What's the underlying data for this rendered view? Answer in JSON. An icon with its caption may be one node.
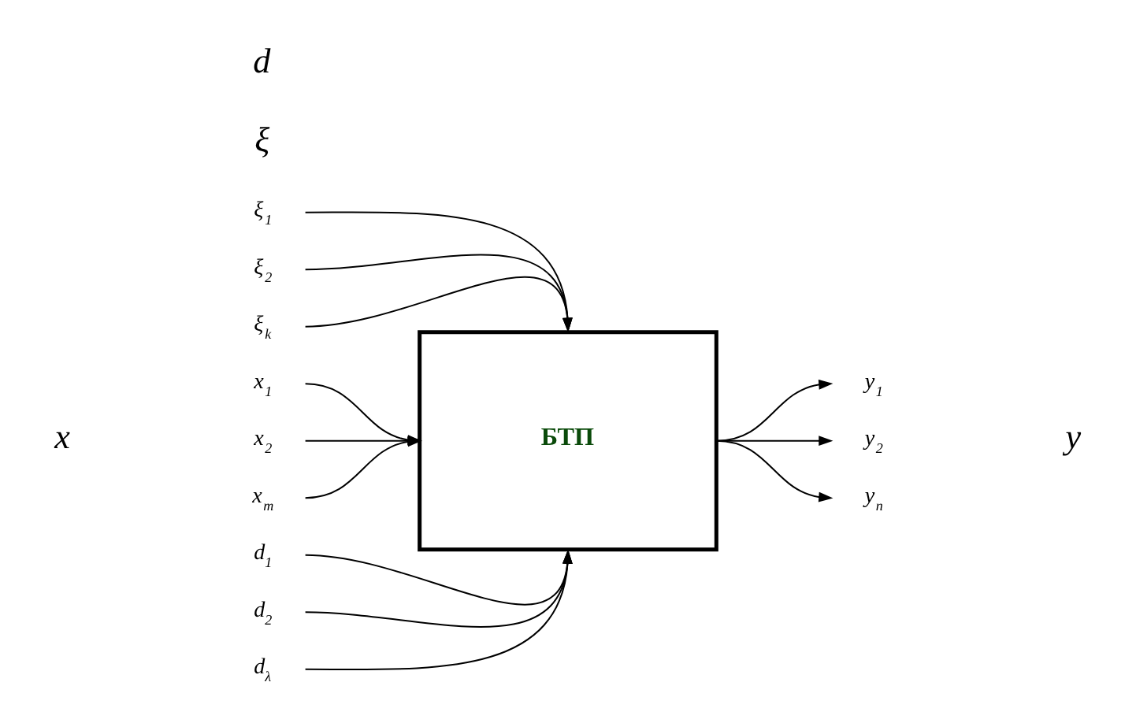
{
  "diagram": {
    "nodes": [
      {
        "text": [
          "БТП"
        ]
      },
      {
        "text": [
          "x$_{1}$"
        ]
      },
      {
        "text": [
          "x$_{2}$"
        ]
      },
      {
        "text": [
          "x$_{m}$"
        ]
      },
      {
        "text": [
          "ξ$_{1}$"
        ]
      },
      {
        "text": [
          "ξ$_{2}$"
        ]
      },
      {
        "text": [
          "ξ$_{k}$"
        ]
      },
      {
        "text": [
          "d$_{1}$"
        ]
      },
      {
        "text": [
          "d$_{2}$"
        ]
      },
      {
        "text": [
          "d$_{λ}$"
        ]
      },
      {
        "text": [
          "y$_{1}$"
        ]
      },
      {
        "text": [
          "y$_{2}$"
        ]
      },
      {
        "text": [
          "y$_{n}$"
        ]
      }
    ],
    "edges": [
      {
        "from": 1,
        "to": 0,
        "arrow": "to"
      },
      {
        "from": 2,
        "to": 0,
        "arrow": "to"
      },
      {
        "from": 3,
        "to": 0,
        "arrow": "to"
      },
      {
        "from": 4,
        "to": 0,
        "arrow": "to"
      },
      {
        "from": 5,
        "to": 0,
        "arrow": "to"
      },
      {
        "from": 6,
        "to": 0,
        "arrow": "to"
      },
      {
        "from": 7,
        "to": 0,
        "arrow": "to"
      },
      {
        "from": 8,
        "to": 0,
        "arrow": "to"
      },
      {
        "from": 9,
        "to": 0,
        "arrow": "to"
      },
      {
        "from": 0,
        "to": 10,
        "arrow": "to"
      },
      {
        "from": 0,
        "to": 11,
        "arrow": "to"
      },
      {
        "from": 0,
        "to": 12,
        "arrow": "to"
      }
    ],
    "labels": [
      "ξ",
      "x",
      "y",
      "d"
    ]
  }
}
